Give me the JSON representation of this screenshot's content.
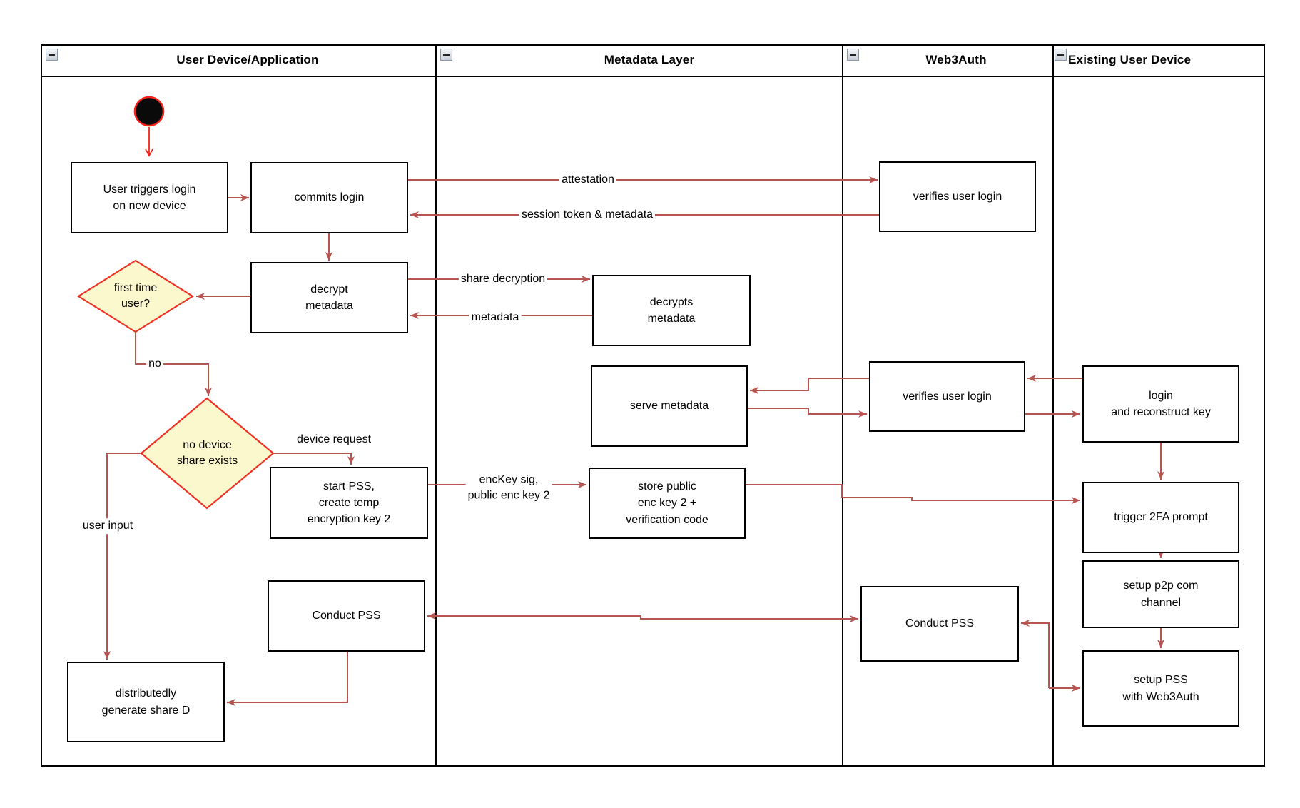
{
  "lanes": [
    {
      "title": "User Device/Application"
    },
    {
      "title": "Metadata Layer"
    },
    {
      "title": "Web3Auth"
    },
    {
      "title": "Existing User Device"
    }
  ],
  "nodes": {
    "user_triggers": "User triggers login\non new device",
    "commits": "commits login",
    "verifies1": "verifies user login",
    "decrypt": "decrypt\nmetadata",
    "first_time": "first time\nuser?",
    "decrypts_meta": "decrypts\nmetadata",
    "serve": "serve metadata",
    "verifies2": "verifies user login",
    "login_reconstruct": "login\nand reconstruct key",
    "no_device": "no device\nshare exists",
    "start_pss": "start PSS,\ncreate temp\nencryption key 2",
    "store": "store public\nenc key 2 +\nverification code",
    "trigger_2fa": "trigger 2FA prompt",
    "p2p": "setup p2p com\nchannel",
    "setup_pss": "setup PSS\nwith Web3Auth",
    "conduct1": "Conduct PSS",
    "conduct2": "Conduct PSS",
    "dist_gen": "distributedly\ngenerate share D"
  },
  "edge_labels": {
    "attestation": "attestation",
    "session": "session token & metadata",
    "share_decryption": "share decryption",
    "metadata": "metadata",
    "no": "no",
    "device_request": "device request",
    "enckey": "encKey sig,\npublic enc key 2",
    "user_input": "user input"
  },
  "colors": {
    "arrow": "#B85450",
    "start_accent": "#F1231B",
    "diamond_fill": "#FCF8CE",
    "diamond_border": "#EF3124"
  }
}
